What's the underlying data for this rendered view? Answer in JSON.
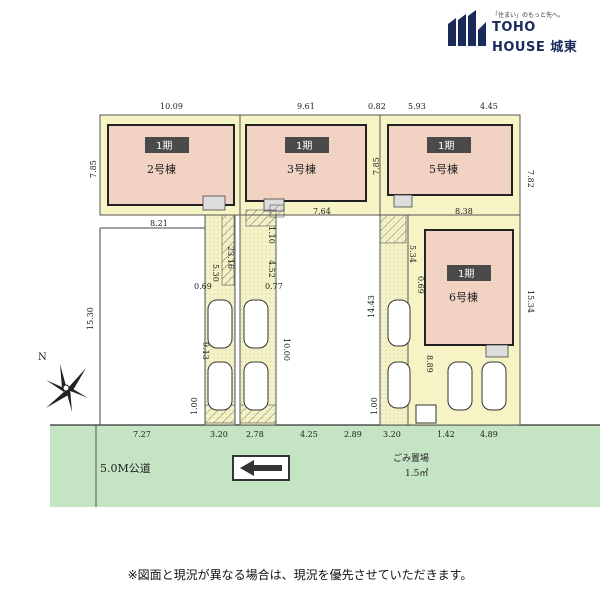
{
  "logo": {
    "tagline": "「住まい」のもっと先へ。",
    "line1": "TOHO",
    "line2": "HOUSE 城東"
  },
  "lots": [
    {
      "id": "lot-2",
      "phase": "1期",
      "name": "2号棟"
    },
    {
      "id": "lot-3",
      "phase": "1期",
      "name": "3号棟"
    },
    {
      "id": "lot-5",
      "phase": "1期",
      "name": "5号棟"
    },
    {
      "id": "lot-6",
      "phase": "1期",
      "name": "6号棟"
    }
  ],
  "dimensions": {
    "top_a": "10.09",
    "top_b": "9.61",
    "top_c": "0.82",
    "top_d": "5.93",
    "top_e": "4.45",
    "left_side": "7.85",
    "right_side_top": "7.82",
    "mid_side": "7.85",
    "lot2_bottom": "8.21",
    "lot3_bottom": "7.64",
    "lot5_bottom": "8.38",
    "path1_a": "5.30",
    "path1_b": "23.16",
    "path1_c": "0.69",
    "path1_d": "9.13",
    "path1_e": "1.00",
    "path2_a": "1.10",
    "path2_b": "4.52",
    "path2_c": "0.77",
    "path2_d": "10.00",
    "west_long": "15.30",
    "path3_a": "14.43",
    "path3_b": "5.34",
    "path3_c": "0.69",
    "path3_d": "8.89",
    "path3_e": "1.00",
    "lot6_right": "15.34",
    "front_a": "7.27",
    "front_b": "3.20",
    "front_c": "2.78",
    "front_d": "4.25",
    "front_e": "2.89",
    "front_f": "3.20",
    "front_g": "1.42",
    "front_h": "4.89"
  },
  "road": {
    "label": "5.0M公道"
  },
  "garbage": {
    "label": "ごみ置場",
    "area": "1.5㎡"
  },
  "compass": {
    "label": "N"
  },
  "note": "※図面と現況が異なる場合は、現況を優先させていただきます。",
  "colors": {
    "building": "#f2d2c2",
    "yard": "#f6f4c4",
    "road": "#c4e4c4",
    "badge": "#4a4a4a"
  }
}
